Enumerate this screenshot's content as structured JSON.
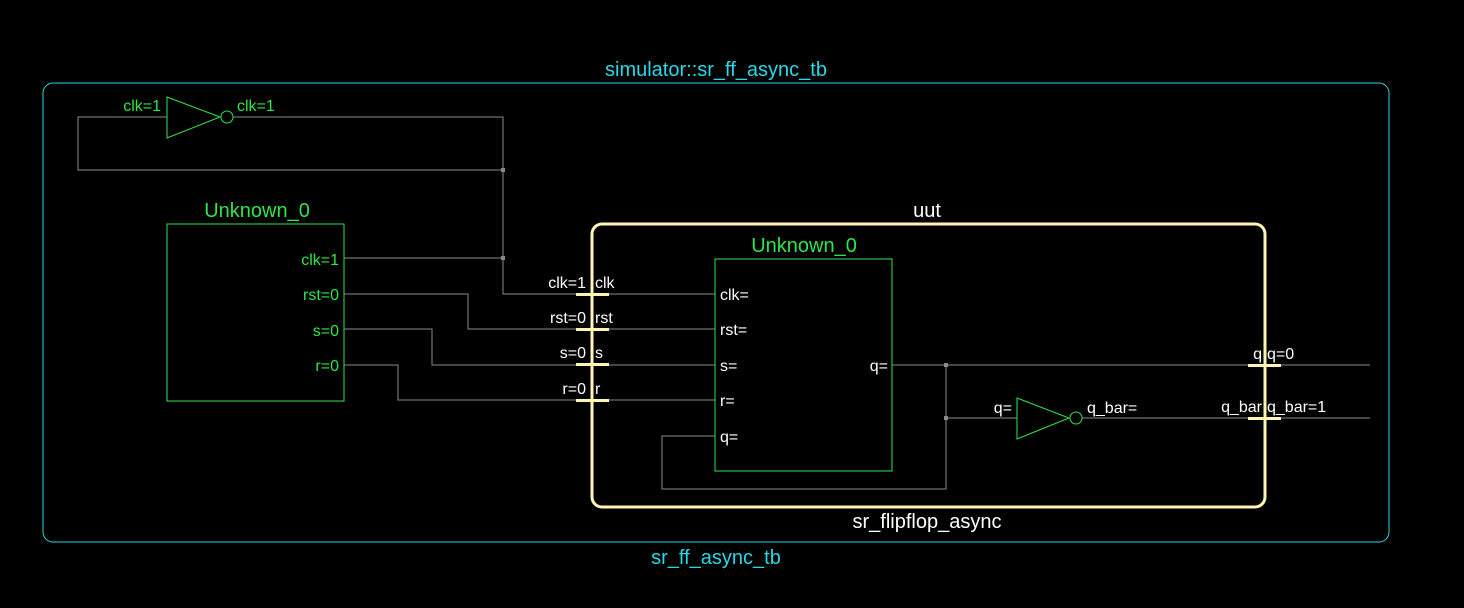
{
  "top_module": {
    "title": "simulator::sr_ff_async_tb",
    "footer": "sr_ff_async_tb",
    "border_color": "#27d8e6"
  },
  "clock_inverter": {
    "in_label": "clk=1",
    "out_label": "clk=1",
    "color": "#2ee64a"
  },
  "stimulus_block": {
    "title": "Unknown_0",
    "ports": [
      "clk=1",
      "rst=0",
      "s=0",
      "r=0"
    ],
    "color": "#2ee64a"
  },
  "uut": {
    "title": "uut",
    "footer": "sr_flipflop_async",
    "border_color": "#fff4b0",
    "in_ports": [
      {
        "outer": "clk=1",
        "inner": "clk"
      },
      {
        "outer": "rst=0",
        "inner": "rst"
      },
      {
        "outer": "s=0",
        "inner": "s"
      },
      {
        "outer": "r=0",
        "inner": "r"
      }
    ],
    "out_ports": [
      {
        "inner": "q",
        "outer": "q=0"
      },
      {
        "inner": "q_bar",
        "outer": "q_bar=1"
      }
    ],
    "inner_block": {
      "title": "Unknown_0",
      "in_ports": [
        "clk=",
        "rst=",
        "s=",
        "r=",
        "q="
      ],
      "out_port": "q="
    },
    "inverter": {
      "in_label": "q=",
      "out_label": "q_bar="
    }
  }
}
